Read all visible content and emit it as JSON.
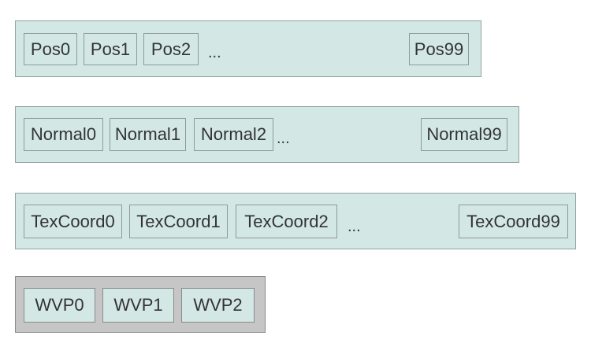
{
  "buffers": [
    {
      "id": "pos",
      "cells": [
        "Pos0",
        "Pos1",
        "Pos2",
        "Pos99"
      ],
      "ellipsis": "..."
    },
    {
      "id": "normal",
      "cells": [
        "Normal0",
        "Normal1",
        "Normal2",
        "Normal99"
      ],
      "ellipsis": "..."
    },
    {
      "id": "texcoord",
      "cells": [
        "TexCoord0",
        "TexCoord1",
        "TexCoord2",
        "TexCoord99"
      ],
      "ellipsis": "..."
    },
    {
      "id": "wvp",
      "cells": [
        "WVP0",
        "WVP1",
        "WVP2"
      ]
    }
  ],
  "colors": {
    "buffer_fill": "#d3e8e5",
    "matrix_buffer_fill": "#c6c6c6",
    "border": "#8e9a98",
    "text": "#333333"
  }
}
